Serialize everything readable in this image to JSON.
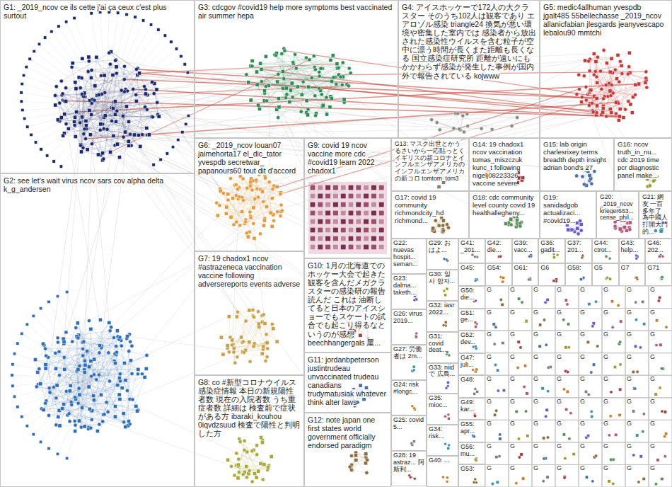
{
  "diagram": {
    "nodes": [
      {
        "text": [
          "G1: _2019_ncov ce ils cette j'ai ça ceux c'est plus surtout"
        ]
      },
      {
        "text": [
          "G3: cdcgov #covid19 help more symptoms best vaccinated air summer hepa"
        ]
      },
      {
        "text": [
          "G4: アイスホッケーで172人の大クラスター そのうち102人は観客であり エアロゾル感染 triangle24 換気が悪い環境や密集した室内では 感染者から放出された感染性ウイルスを含む粒子が空中に漂う時間が長くまた距離も長くなる 国立感染症研究所 距離が遠いにもかかわらず感染が発生した事例が国内外で報告されている kojwww"
        ]
      },
      {
        "text": [
          "G5: medic4allhuman yvespdb jgalt485 55bellechasse _2019_ncov allanicfabian jlesgards jeanyvescapo lebalou90 mmtchi"
        ]
      },
      {
        "text": [
          "G6: _2019_ncov louan07 jaimehorta17 el_dic_tator yvespdb secretwar_ papanours60 tout dit d'accord"
        ]
      },
      {
        "text": [
          "G9: covid 19 ncov vaccine more cdc #covid19 learn 2022 chadox1"
        ]
      },
      {
        "text": [
          "G13: マスク出世とかうるさいから一応貼っとく イギリスの新コロナとインフルエンザアメリカのインフルエンザアメリカの新コロ tomtom_tom3"
        ]
      },
      {
        "text": [
          "G14: 19 chadox1 ncov vaccination tomas_miszczuk kunc_t following nigelj08223326 vaccine severe"
        ]
      },
      {
        "text": [
          "G15: lab origin charlesrixey terms breadth depth insight adrian bond's 27"
        ]
      },
      {
        "text": [
          "G16: ncov truth_in_nu... cdc 2019 time pcr diagnostic panel make..."
        ]
      },
      {
        "text": [
          "G17: covid 19 community richmondcity_hd richmond..."
        ]
      },
      {
        "text": [
          "G18: cdc community level county covid 19 healthallegheny..."
        ]
      },
      {
        "text": [
          "G19: sanidadgob actualizaci... #covid19..."
        ]
      },
      {
        "text": [
          "G20: _2019_ncov krieger663... cerise_phil..."
        ]
      },
      {
        "text": [
          "G21: 網友 一百多年了 為中國人打開大門的..."
        ]
      },
      {
        "text": [
          "G2: see let's wait virus ncov sars cov alpha delta k_g_andersen"
        ]
      },
      {
        "text": [
          "G7: 19 chadox1 ncov #astrazeneca vaccination vaccine following adversereports events adverse"
        ]
      },
      {
        "text": [
          "G10: 1月の北海道でのホッケー大会で起きた観客を含んだメガクラスターの感染研の報告 読んだ これは 油断してると日本のアイスショーでもスケートの試合でも起こり得るなというのが感想 beechhangergals 屋..."
        ]
      },
      {
        "text": [
          "G11: jordanbpeterson justintrudeau unvaccinated trudeau canadians trudymatusiak whatever think alter laws"
        ]
      },
      {
        "text": [
          "G8: co #新型コロナウイルス 感染症情報 本日の新規陽性者数 現在の入院者数 うち重症者数 詳細は 検査前で症状がある方 ibaraki_kouhou 0iqvdzsuud 検査で陽性と判明した方"
        ]
      },
      {
        "text": [
          "G12: note japan one first states world government officially endorsed paradigm"
        ]
      },
      {
        "text": [
          "G22: nuevas hospit... seman..."
        ]
      },
      {
        "text": [
          "G23: dalma... taketh..."
        ]
      },
      {
        "text": [
          "G26: virus 2019..."
        ]
      },
      {
        "text": [
          "G27: 労働者は 2m..."
        ]
      },
      {
        "text": [
          "G24: risk #longc..."
        ]
      },
      {
        "text": [
          "G25: covid 5..."
        ]
      },
      {
        "text": [
          "G28: 19 astraz... 阿斯利..."
        ]
      },
      {
        "text": [
          "G29: おはよ..."
        ]
      },
      {
        "text": [
          "G30: 일 사 망자..."
        ]
      },
      {
        "text": [
          "G32: iasr 2022..."
        ]
      },
      {
        "text": [
          "G31: covid deat..."
        ]
      },
      {
        "text": [
          "G33: niid で 広島..."
        ]
      },
      {
        "text": [
          "G35: mioc..."
        ]
      },
      {
        "text": [
          "G34: risk..."
        ]
      },
      {
        "text": [
          "G40: ..."
        ]
      },
      {
        "text": [
          "G41: _201..."
        ]
      },
      {
        "text": [
          "G42: die..."
        ]
      },
      {
        "text": [
          "G39: vacc..."
        ]
      },
      {
        "text": [
          "G36: gadit..."
        ]
      },
      {
        "text": [
          "G37: 201..."
        ]
      },
      {
        "text": [
          "G44: ctrot..."
        ]
      },
      {
        "text": [
          "G43: help..."
        ]
      },
      {
        "text": [
          "G46: 202..."
        ]
      },
      {
        "text": [
          "G45:"
        ]
      },
      {
        "text": [
          "G54:"
        ]
      },
      {
        "text": [
          "G61:"
        ]
      },
      {
        "text": [
          "G6"
        ]
      },
      {
        "text": [
          "G58:"
        ]
      },
      {
        "text": [
          "G5"
        ]
      },
      {
        "text": [
          "G7"
        ]
      },
      {
        "text": [
          "G71"
        ]
      },
      {
        "text": [
          "G50: die..."
        ]
      },
      {
        "text": [
          "G51: ge..."
        ]
      },
      {
        "text": [
          "G52: dev..."
        ]
      },
      {
        "text": [
          "G47: juli..."
        ]
      },
      {
        "text": [
          "G48:"
        ]
      },
      {
        "text": [
          "G49: kar..."
        ]
      },
      {
        "text": [
          "G55: apr..."
        ]
      },
      {
        "text": [
          "G56: mu..."
        ]
      },
      {
        "text": [
          "G53:"
        ]
      }
    ],
    "labels": [
      "G",
      "G",
      "G",
      "G",
      "G",
      "G",
      "G",
      "G",
      "G",
      "G",
      "G",
      "G",
      "G",
      "G",
      "G",
      "G",
      "G",
      "G",
      "G",
      "G",
      "G",
      "G",
      "G",
      "G",
      "G",
      "G",
      "G",
      "G",
      "G",
      "G",
      "G",
      "G",
      "G",
      "G",
      "G",
      "G",
      "G",
      "G",
      "G",
      "G",
      "G",
      "G",
      "G",
      "G",
      "G",
      "G",
      "G",
      "G",
      "G",
      "G",
      "G",
      "G",
      "G",
      "G",
      "G",
      "G",
      "G",
      "G",
      "G",
      "G",
      "G",
      "G",
      "G",
      "G",
      "G",
      "G",
      "G",
      "G",
      "G",
      "G",
      "G",
      "G"
    ]
  }
}
